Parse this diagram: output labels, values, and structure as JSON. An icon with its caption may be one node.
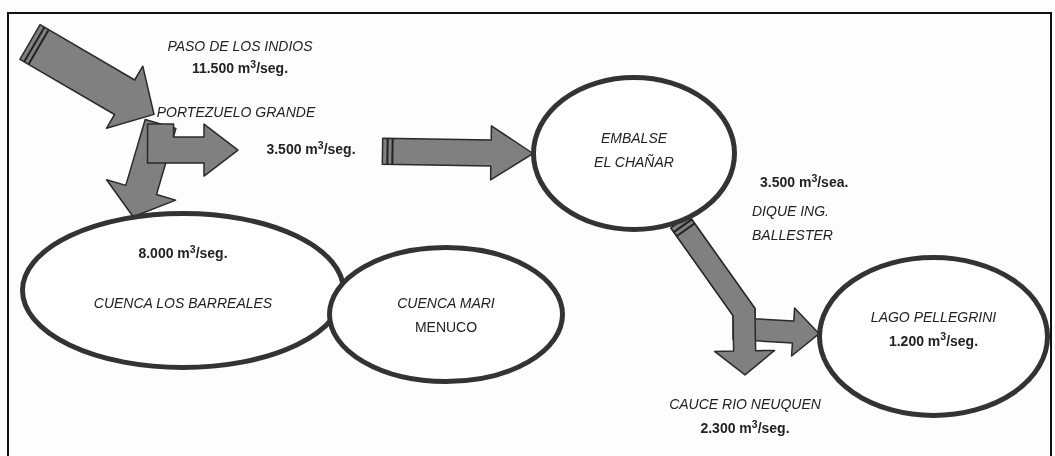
{
  "diagram": {
    "nodes": [
      {
        "text": [
          "PORTEZUELO GRANDE"
        ]
      },
      {
        "text": [
          "3.500 m$^{3}$/seg."
        ]
      },
      {
        "text": [
          "EMBALSE EL CHAÑAR"
        ]
      },
      {
        "text": [
          "8.000 m$^{3}$/seg.",
          "CUENCA LOS BARREALES"
        ]
      },
      {
        "text": [
          "*CUENCA MARI* MENUCO"
        ]
      },
      {
        "text": [
          "LAGO PELLEGRINI",
          "1.200 m$^{3}$/seg."
        ]
      },
      {
        "text": [
          "CAUCE RIO NEUQUEN",
          "2.300 m$^{3}$/seg."
        ]
      }
    ],
    "edges": [
      {
        "from": null,
        "to": 0,
        "arrow": "to"
      },
      {
        "from": 0,
        "to": 3,
        "arrow": "to"
      },
      {
        "from": 0,
        "to": 1,
        "arrow": "to"
      },
      {
        "from": 1,
        "to": 2,
        "arrow": "to"
      },
      {
        "from": 2,
        "to": 5,
        "arrow": "to"
      },
      {
        "from": 2,
        "to": 6,
        "arrow": "to"
      }
    ],
    "labels": [
      "PASO DE LOS INDIOS",
      "11.500 m$^{3}$/seg.",
      "3.500 m$^{3}$/sea.",
      "DIQUE ING. BALLESTER"
    ]
  }
}
